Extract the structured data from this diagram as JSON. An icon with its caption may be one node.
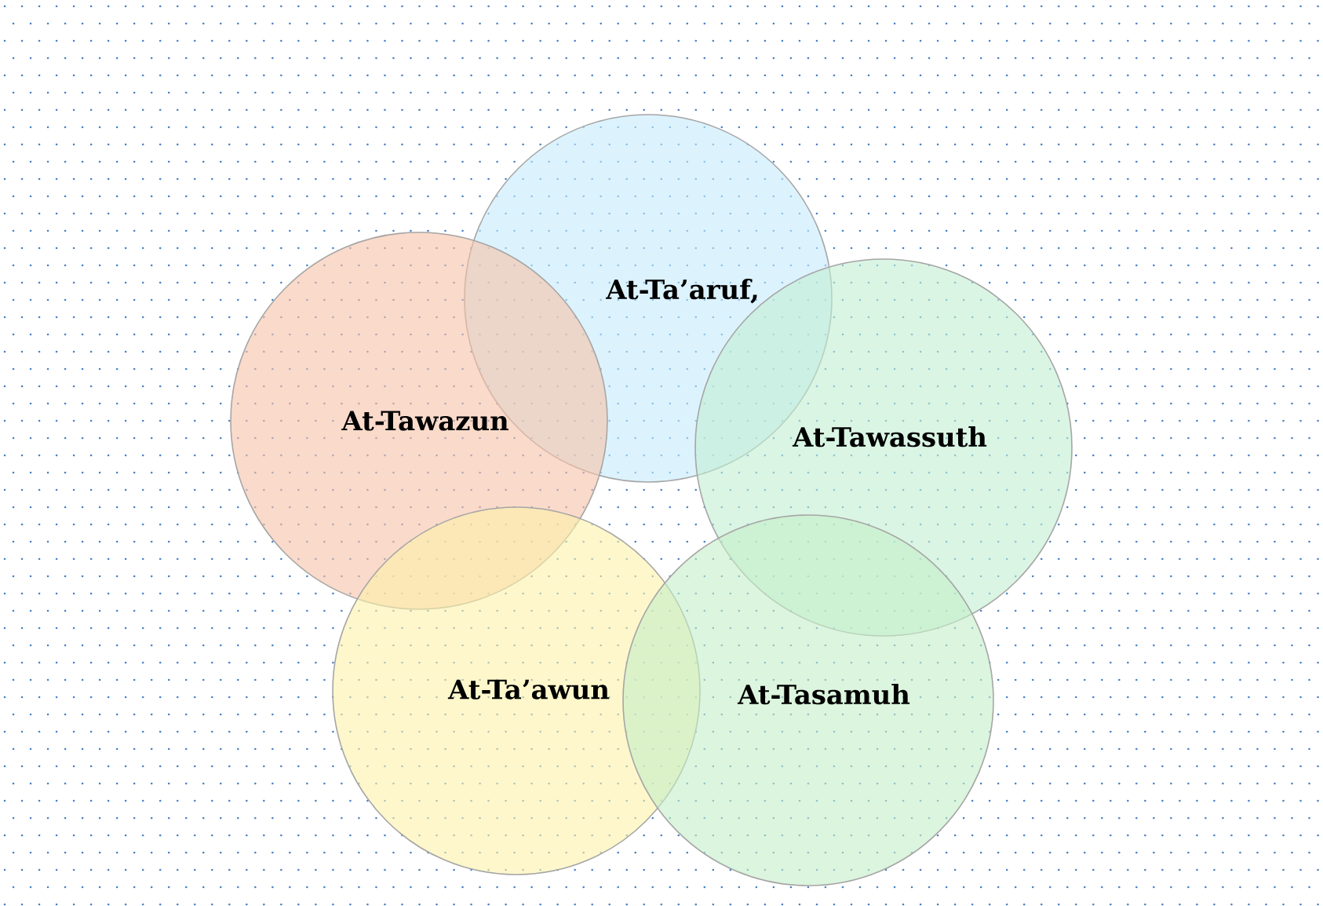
{
  "diagram": {
    "nodes": [
      {
        "text": [
          "At-Ta’aruf,"
        ]
      },
      {
        "text": [
          "At-Tawazun"
        ]
      },
      {
        "text": [
          "At-Tawassuth"
        ]
      },
      {
        "text": [
          "At-Ta’awun"
        ]
      },
      {
        "text": [
          "At-Tasamuh"
        ]
      }
    ]
  }
}
